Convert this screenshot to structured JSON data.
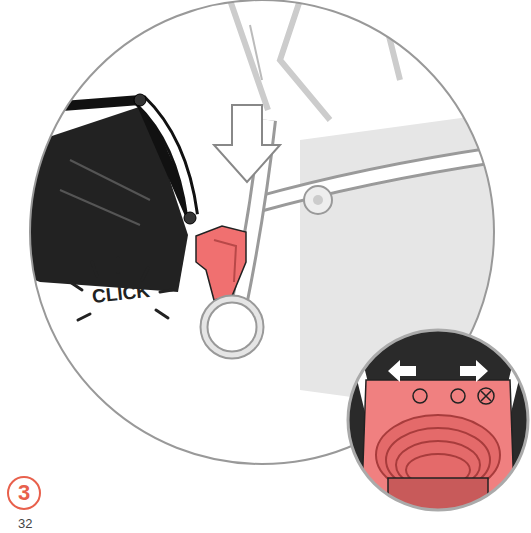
{
  "diagram": {
    "nodes": [
      {
        "text": [
          "3"
        ]
      }
    ],
    "labels": [
      "CLICK",
      "32"
    ]
  }
}
